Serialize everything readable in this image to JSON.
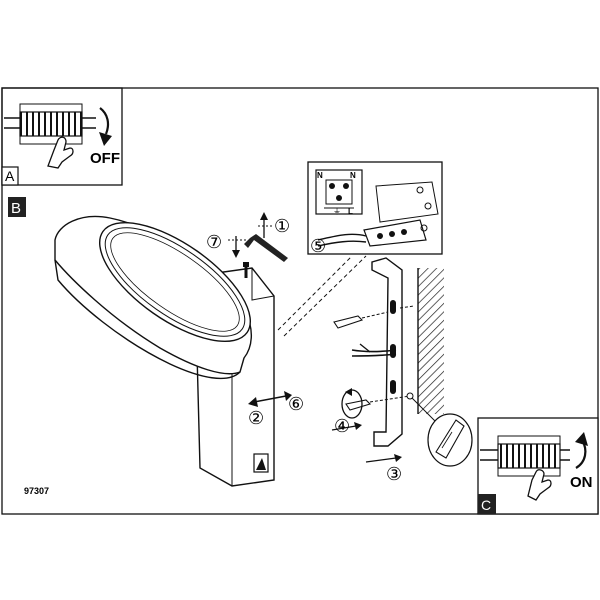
{
  "panels": {
    "a": {
      "letter": "A",
      "switch_label": "OFF"
    },
    "b": {
      "letter": "B"
    },
    "c": {
      "letter": "C",
      "switch_label": "ON"
    }
  },
  "steps": [
    "①",
    "②",
    "③",
    "④",
    "⑤",
    "⑥",
    "⑦"
  ],
  "connector_labels": {
    "n_left": "N",
    "n_right": "N",
    "ground": "⏚",
    "l": "L"
  },
  "model_number": "97307"
}
